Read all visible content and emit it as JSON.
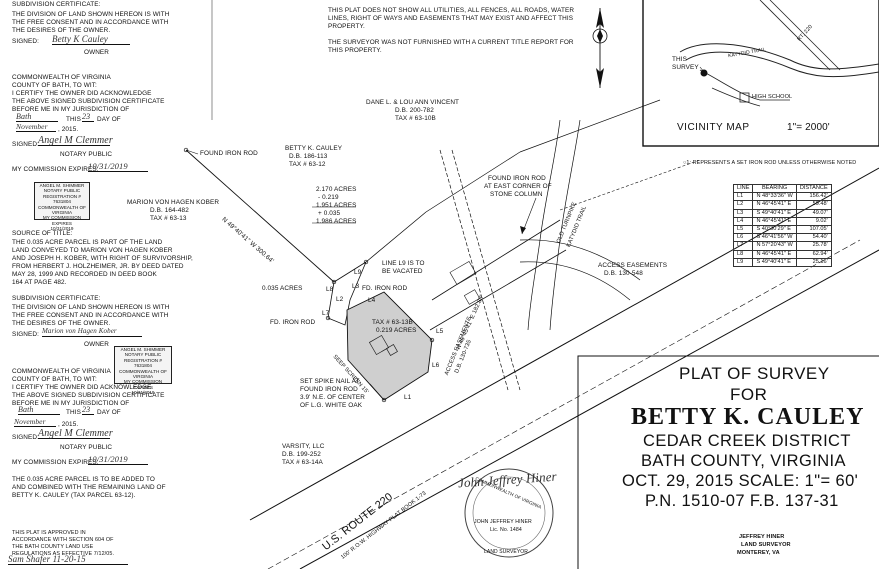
{
  "left_cert1": {
    "heading": "SUBDIVISION CERTIFICATE:",
    "l1": "THE DIVISION OF LAND SHOWN HEREON IS WITH",
    "l2": "THE FREE CONSENT AND IN ACCORDANCE WITH",
    "l3": "THE DESIRES OF THE OWNER.",
    "signed": "SIGNED:",
    "sig": "Betty K Cauley",
    "owner": "OWNER"
  },
  "ack1": {
    "l1": "COMMONWEALTH OF VIRGINIA",
    "l2": "COUNTY OF BATH, TO WIT:",
    "l3": "I CERTIFY THE OWNER DID ACKNOWLEDGE",
    "l4": "THE ABOVE SIGNED SUBDIVISION CERTIFICATE",
    "l5": "BEFORE ME IN MY JURISDICTION OF",
    "county": "Bath",
    "this": "THIS",
    "day_num": "23",
    "day": "DAY OF",
    "month": "November",
    "year": ", 2015.",
    "signed": "SIGNED:",
    "notary_sig": "Angel M Clemmer",
    "notary": "NOTARY PUBLIC",
    "commission": "MY COMMISSION EXPIRES:",
    "exp_date": "10/31/2019"
  },
  "seal1": {
    "l1": "ANGEL M. SHIMMER",
    "l2": "NOTARY PUBLIC",
    "l3": "REGISTRATION # 7631804",
    "l4": "COMMONWEALTH OF VIRGINIA",
    "l5": "MY COMMISSION EXPIRES",
    "l6": "10/31/2019"
  },
  "source": {
    "heading": "SOURCE OF TITLE:",
    "l1": "THE 0.035 ACRE PARCEL IS PART OF THE LAND",
    "l2": "LAND CONVEYED TO MARION VON HAGEN KOBER",
    "l3": "AND JOSEPH H. KOBER, WITH RIGHT OF SURVIVORSHIP,",
    "l4": "FROM HERBERT J. HOLZHEIMER, JR. BY DEED DATED",
    "l5": "MAY 28, 1999 AND RECORDED IN DEED BOOK",
    "l6": "164 AT PAGE 482."
  },
  "left_cert2": {
    "heading": "SUBDIVISION CERTIFICATE:",
    "l1": "THE DIVISION OF LAND SHOWN HEREON IS WITH",
    "l2": "THE FREE CONSENT AND IN ACCORDANCE WITH",
    "l3": "THE DESIRES OF THE OWNER.",
    "signed": "SIGNED:",
    "sig": "Marion von Hagen Kober",
    "owner": "OWNER"
  },
  "ack2": {
    "l1": "COMMONWEALTH OF VIRGINIA",
    "l2": "COUNTY OF BATH, TO WIT:",
    "l3": "I CERTIFY THE OWNER DID ACKNOWLEDGE",
    "l4": "THE ABOVE SIGNED SUBDIVISION CERTIFICATE",
    "l5": "BEFORE ME IN MY JURISDICTION OF",
    "county": "Bath",
    "this": "THIS",
    "day_num": "23",
    "day": "DAY OF",
    "month": "November",
    "year": ", 2015.",
    "signed": "SIGNED:",
    "notary_sig": "Angel M Clemmer",
    "notary": "NOTARY PUBLIC",
    "commission": "MY COMMISSION EXPIRES:",
    "exp_date": "10/31/2019"
  },
  "seal2": {
    "l1": "ANGEL M. SHIMMER",
    "l2": "NOTARY PUBLIC",
    "l3": "REGISTRATION # 7631804",
    "l4": "COMMONWEALTH OF VIRGINIA",
    "l5": "MY COMMISSION EXPIRES",
    "l6": "10/31/2019"
  },
  "add_note": {
    "l1": "THE 0.035 ACRE PARCEL IS TO BE ADDED TO",
    "l2": "AND COMBINED WITH THE REMAINING LAND OF",
    "l3": "BETTY K. CAULEY (TAX PARCEL 63-12)."
  },
  "approval": {
    "l1": "THIS PLAT IS APPROVED IN",
    "l2": "ACCORDANCE WITH SECTION 604 OF",
    "l3": "THE BATH COUNTY LAND USE",
    "l4": "REGULATIONS AS EFFECTIVE 7/12/05.",
    "sig": "Sam Shafer 11-20-15"
  },
  "top_notes": {
    "l1": "THIS PLAT DOES NOT SHOW ALL UTILITIES, ALL FENCES, ALL ROADS, WATER",
    "l2": "LINES, RIGHT OF WAYS AND EASEMENTS THAT MAY EXIST AND AFFECT THIS",
    "l3": "PROPERTY.",
    "l4": "THE SURVEYOR WAS NOT FURNISHED WITH A CURRENT TITLE REPORT FOR",
    "l5": "THIS PROPERTY."
  },
  "vicinity": {
    "label": "VICINITY MAP",
    "scale": "1\"= 2000'",
    "survey": "THIS\nSURVEY",
    "school": "HIGH SCHOOL",
    "road1": "KATYDID TRAIL",
    "road2": "RT. 220"
  },
  "iron_note": "○1: REPRESENTS A SET IRON ROD UNLESS OTHERWISE NOTED",
  "line_table": {
    "headers": [
      "LINE",
      "BEARING",
      "DISTANCE"
    ],
    "rows": [
      [
        "L1",
        "N 48°33'36\" W",
        "156.42'"
      ],
      [
        "L2",
        "N 46°45'41\" E",
        "59.48'"
      ],
      [
        "L3",
        "S 49°40'41\" E",
        "49.07'"
      ],
      [
        "L4",
        "N 46°45'41\" E",
        "9.02'"
      ],
      [
        "L5",
        "S 40°30'29\" E",
        "107.05'"
      ],
      [
        "L6",
        "S 46°41'56\" W",
        "54.40'"
      ],
      [
        "L7",
        "N 57°20'43\" W",
        "25.78'"
      ],
      [
        "L8",
        "N 46°45'41\" E",
        "62.94'"
      ],
      [
        "L9",
        "S 49°40'41\" E",
        "25.16'"
      ]
    ]
  },
  "map": {
    "vincent1": "DANE L. & LOU ANN VINCENT",
    "vincent2": "D.B. 200-782",
    "vincent3": "TAX # 63-10B",
    "cauley1": "BETTY K. CAULEY",
    "cauley2": "D.B. 186-113",
    "cauley3": "TAX # 63-12",
    "found_iron": "FOUND IRON ROD",
    "kober1": "MARION VON HAGEN KOBER",
    "kober2": "D.B. 164-482",
    "kober3": "TAX # 63-13",
    "bearing": "N 49°40'41\" W 300.64'",
    "acres1": "2.170 ACRES",
    "acres2": "- 0.219",
    "acres3": "1.951 ACRES",
    "acres4": "+ 0.035",
    "acres5": "1.986 ACRES",
    "line_vacated1": "LINE L9 IS TO",
    "line_vacated2": "BE VACATED",
    "fd_iron1": "FD. IRON ROD",
    "fd_iron2": "FD. IRON ROD",
    "acres_035": "0.035 ACRES",
    "parcel1": "TAX # 63-13B",
    "parcel2": "0.219 ACRES",
    "found_east1": "FOUND IRON ROD",
    "found_east2": "AT EAST CORNER OF",
    "found_east3": "STONE COLUMN",
    "old_turnpike": "OLD TURNPIKE",
    "katydid": "KATYDID TRAIL",
    "access1": "ACCESS EASEMENTS",
    "access1b": "D.B. 130-548",
    "access2": "ACCESS EASEMENTS",
    "access2b": "D.B. 130-735",
    "bearing2": "N 46°45'41\" E 182.88'",
    "spike1": "SET SPIKE NAIL AT",
    "spike2": "FOUND IRON ROD",
    "spike3": "3.9' N.E. OF CENTER",
    "spike4": "OF L.G. WHITE OAK",
    "varsity1": "VARSITY, LLC",
    "varsity2": "D.B. 199-252",
    "varsity3": "TAX # 63-14A",
    "route1": "U.S. ROUTE 220",
    "route2": "100' R.O.W. HIGHWAY PLAT BOOK 1-73",
    "l_labels": [
      "L1",
      "L2",
      "L3",
      "L4",
      "L5",
      "L6",
      "L7",
      "L8",
      "L9"
    ],
    "road_width": "SEEP SCREEN 15'"
  },
  "title": {
    "l1": "PLAT OF SURVEY",
    "l2": "FOR",
    "l3": "BETTY K. CAULEY",
    "l4": "CEDAR CREEK DISTRICT",
    "l5": "BATH COUNTY, VIRGINIA",
    "l6": "OCT. 29, 2015 SCALE: 1\"= 60'",
    "l7": "P.N. 1510-07  F.B. 137-31"
  },
  "surveyor": {
    "sig": "John Jeffrey Hiner",
    "seal_top": "COMMONWEALTH OF VIRGINIA",
    "seal_name": "JOHN JEFFREY HINER",
    "seal_lic": "Lic. No. 1484",
    "seal_bottom": "LAND SURVEYOR",
    "name": "JEFFREY HINER",
    "title": "LAND SURVEYOR",
    "city": "MONTEREY, VA"
  }
}
